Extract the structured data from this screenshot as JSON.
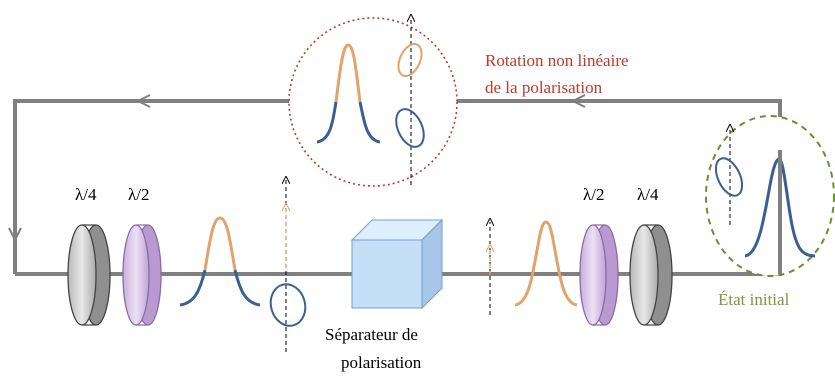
{
  "labels": {
    "nl_rotation_line1": "Rotation non linéaire",
    "nl_rotation_line2": "de la polarisation",
    "initial_state": "État initial",
    "splitter_line1": "Séparateur de",
    "splitter_line2": "polarisation",
    "quarter_wave_left": "λ/4",
    "half_wave_left": "λ/2",
    "half_wave_right": "λ/2",
    "quarter_wave_right": "λ/4"
  },
  "colors": {
    "loop": "#808080",
    "pulse_blue": "#3a5f95",
    "pulse_orange": "#e2a36a",
    "nl_circle": "#c0392b",
    "nl_text": "#c0392b",
    "initial_circle": "#6b8e2e",
    "initial_text": "#7a9a3c",
    "quarter_wave_plate": "#d4d4d4",
    "half_wave_plate": "#d9c6e8",
    "splitter_cube": "#c5dff7"
  }
}
